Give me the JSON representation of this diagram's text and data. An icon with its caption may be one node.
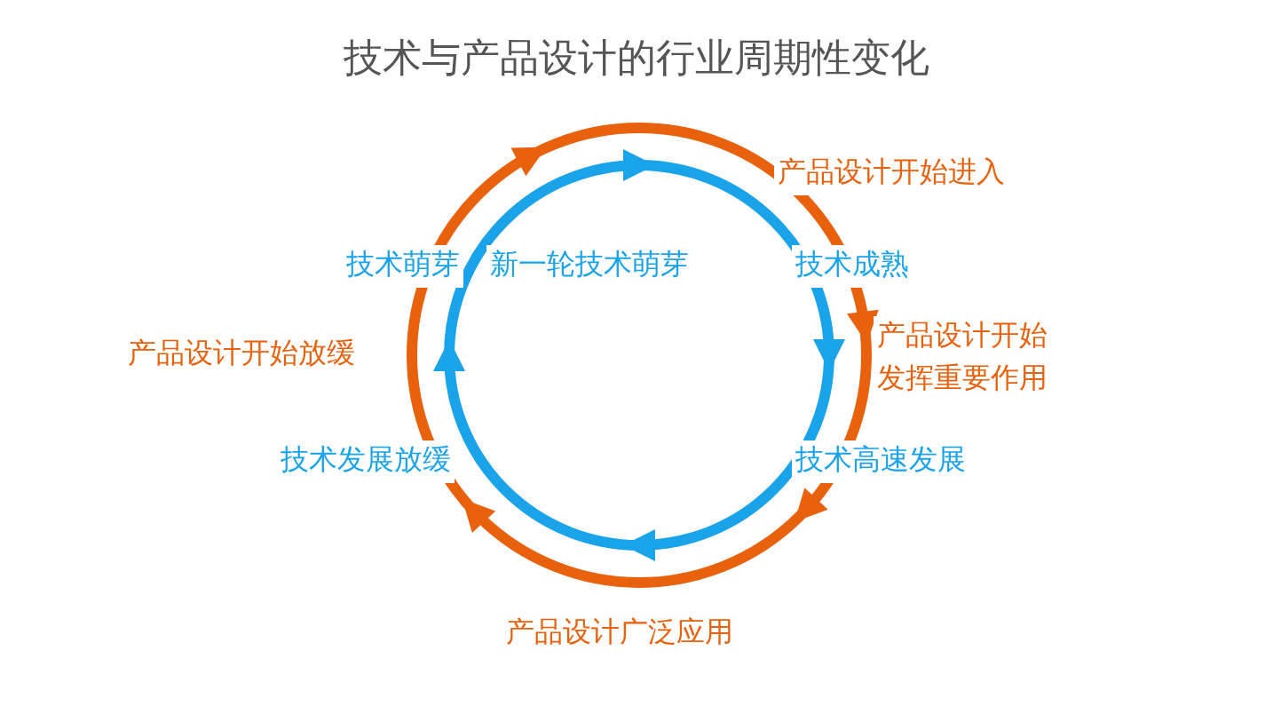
{
  "diagram": {
    "title": "技术与产品设计的行业周期性变化",
    "labels": [
      "产品设计开始进入",
      "技术萌芽",
      "新一轮技术萌芽",
      "技术成熟",
      "产品设计开始发挥重要作用",
      "产品设计开始放缓",
      "技术发展放缓",
      "技术高速发展",
      "产品设计广泛应用"
    ]
  }
}
